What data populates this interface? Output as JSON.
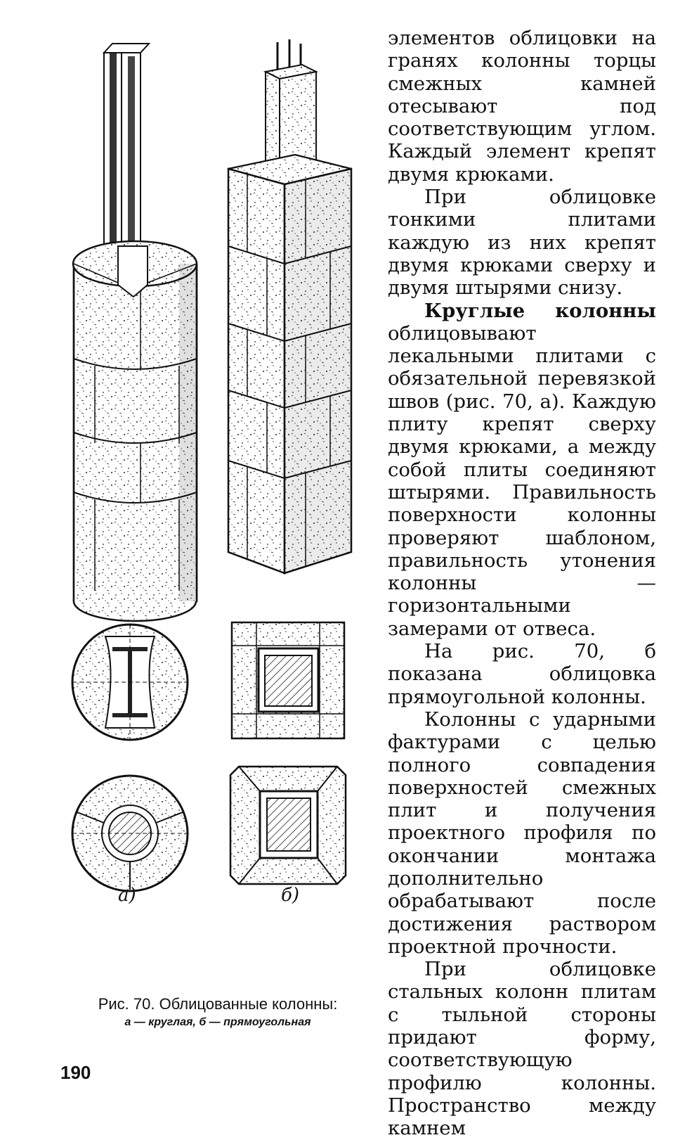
{
  "body_paragraphs": [
    {
      "text": "элементов облицовки на гранях колонны торцы смежных камней отесывают под соответствующим углом. Каждый элемент крепят двумя крюками.",
      "indent": false
    },
    {
      "text": "При облицовке тонкими плитами каждую из них крепят двумя крюками сверху и двумя штырями снизу.",
      "indent": true
    },
    {
      "bold": "Круглые колонны",
      "text": " облицовывают лекальными плитами с обязательной перевязкой швов (рис. 70, а). Каждую плиту крепят сверху двумя крюками, а между собой плиты соединяют штырями. Правильность поверхности колонны проверяют шаблоном, правильность утонения колонны — горизонтальными замерами от отвеса.",
      "indent": true
    },
    {
      "text": "На рис. 70, б показана облицовка прямоугольной колонны.",
      "indent": true
    },
    {
      "text": "Колонны с ударными фактурами с целью полного совпадения поверхностей смежных плит и получения проектного профиля по окончании монтажа дополнительно обрабатывают после достижения раствором проектной прочности.",
      "indent": true
    },
    {
      "text": "При облицовке стальных колонн плитам с тыльной стороны придают форму, соответствующую профилю колонны. Пространство между камнем",
      "indent": true
    }
  ],
  "figure": {
    "label_a": "а)",
    "label_b": "б)",
    "caption_line1": "Рис. 70. Облицованные колонны:",
    "caption_line2": "а — круглая, б — прямоугольная"
  },
  "page_number": "190"
}
